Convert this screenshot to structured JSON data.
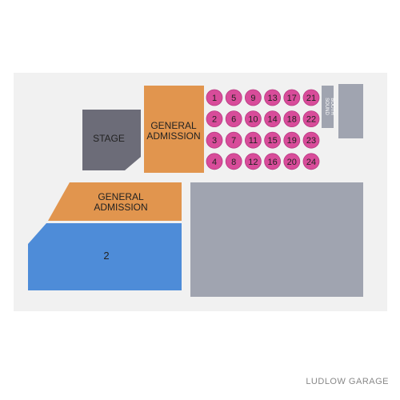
{
  "venue_name": "LUDLOW GARAGE",
  "sections": {
    "stage": "STAGE",
    "general_admission_top_line1": "GENERAL",
    "general_admission_top_line2": "ADMISSION",
    "general_admission_floor_line1": "GENERAL",
    "general_admission_floor_line2": "ADMISSION",
    "section_2": "2",
    "sound_booth_line1": "SOUND",
    "sound_booth_line2": "BOOTH"
  },
  "tables": [
    [
      "1",
      "5",
      "9",
      "13",
      "17",
      "21"
    ],
    [
      "2",
      "6",
      "10",
      "14",
      "18",
      "22"
    ],
    [
      "3",
      "7",
      "11",
      "15",
      "19",
      "23"
    ],
    [
      "4",
      "8",
      "12",
      "16",
      "20",
      "24"
    ]
  ],
  "colors": {
    "background": "#f1f1f1",
    "stage": "#6c6c78",
    "general_admission": "#e1954e",
    "section_2": "#4e8cd8",
    "gray_section": "#a0a4b0",
    "table": "#d84c9a",
    "table_border": "#b83a82"
  }
}
